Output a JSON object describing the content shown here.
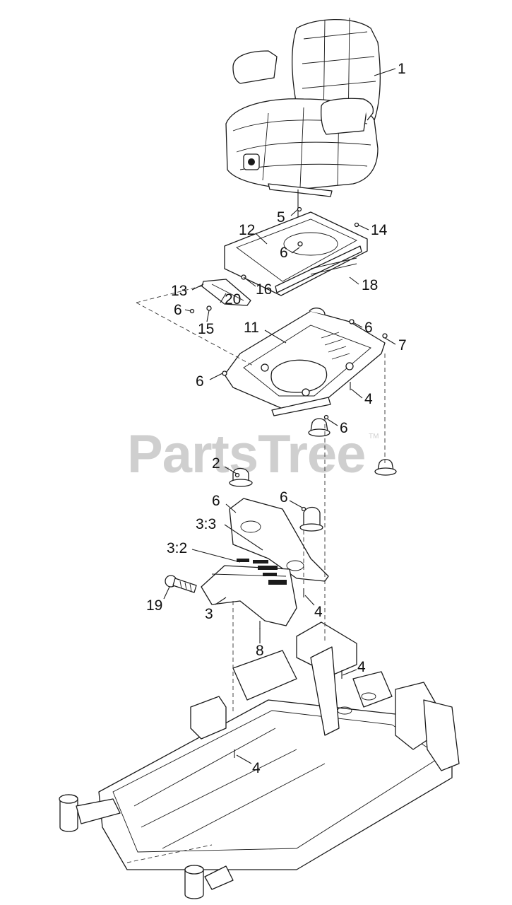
{
  "watermark": {
    "brand": "PartsTree",
    "trademark": "TM"
  },
  "colors": {
    "line": "#1a1a1a",
    "watermark": "#cfcfcf",
    "background": "#ffffff"
  },
  "callouts": [
    "1",
    "5",
    "12",
    "14",
    "6",
    "18",
    "16",
    "13",
    "6",
    "20",
    "15",
    "11",
    "6",
    "7",
    "6",
    "4",
    "6",
    "2",
    "6",
    "6",
    "3:3",
    "3:2",
    "19",
    "3",
    "4",
    "8",
    "4",
    "4"
  ]
}
